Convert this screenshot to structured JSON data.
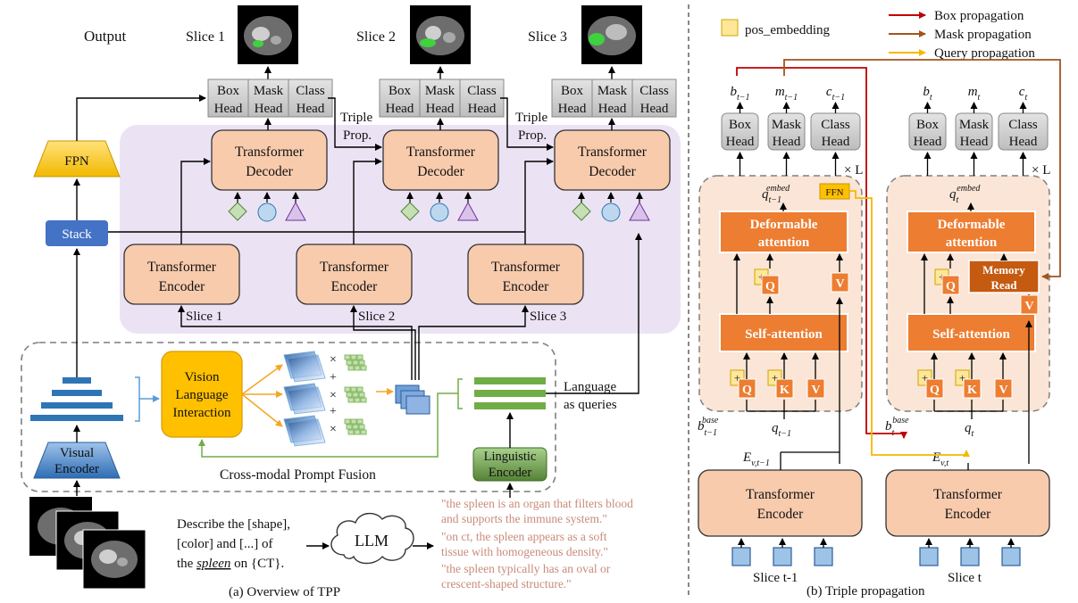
{
  "left_panel": {
    "output_label": "Output",
    "slice_titles": [
      "Slice 1",
      "Slice 2",
      "Slice 3"
    ],
    "head_labels": [
      [
        "Box",
        "Head"
      ],
      [
        "Mask",
        "Head"
      ],
      [
        "Class",
        "Head"
      ]
    ],
    "triple_prop": [
      "Triple",
      "Prop."
    ],
    "decoder_label": [
      "Transformer",
      "Decoder"
    ],
    "encoder_label": [
      "Transformer",
      "Encoder"
    ],
    "fpn_label": "FPN",
    "stack_label": "Stack",
    "vli_label": [
      "Vision",
      "Language",
      "Interaction"
    ],
    "visual_encoder_label": [
      "Visual",
      "Encoder"
    ],
    "linguistic_encoder_label": [
      "Linguistic",
      "Encoder"
    ],
    "fusion_label": "Cross-modal Prompt Fusion",
    "language_queries": [
      "Language",
      "as queries"
    ],
    "ops": [
      "×",
      "+",
      "×",
      "+",
      "×"
    ],
    "prompt_lines": [
      "Describe the [shape],",
      "[color] and [...] of",
      "the",
      "spleen",
      "on {CT}."
    ],
    "llm_label": "LLM",
    "quotes": [
      "\"the spleen is an organ that filters blood",
      "and supports the immune system.\"",
      "\"on ct, the spleen appears as a soft",
      "tissue with homogeneous density.\"",
      "\"the spleen typically has an oval or",
      "crescent-shaped structure.\""
    ],
    "caption": "(a) Overview of TPP"
  },
  "right_panel": {
    "legend": {
      "pos_embedding": "pos_embedding",
      "box": "Box propagation",
      "mask": "Mask propagation",
      "query": "Query propagation"
    },
    "colors": {
      "box": "#c00000",
      "mask": "#a0561e",
      "query": "#f5b800",
      "orange_block": "#ed7d31",
      "peach": "#f8cbad",
      "gray_head": "#d0d0d0",
      "blue": "#9dc3e6"
    },
    "left_out": [
      "b",
      "t−1",
      "m",
      "t−1",
      "c",
      "t−1"
    ],
    "right_out": [
      "b",
      "t",
      "m",
      "t",
      "c",
      "t"
    ],
    "heads": [
      [
        "Box",
        "Head"
      ],
      [
        "Mask",
        "Head"
      ],
      [
        "Class",
        "Head"
      ]
    ],
    "times_l": "× L",
    "q_embed_left": [
      "q",
      "t−1",
      "embed"
    ],
    "q_embed_right": [
      "q",
      "t",
      "embed"
    ],
    "ffn": "FFN",
    "deform_label": [
      "Deformable",
      "attention"
    ],
    "memory_read": [
      "Memory",
      "Read"
    ],
    "self_attn_label": "Self-attention",
    "q": "Q",
    "k": "K",
    "v": "V",
    "plus": "+",
    "b_base_left": [
      "b",
      "t−1",
      "base"
    ],
    "b_base_right": [
      "b",
      "t",
      "base"
    ],
    "q_small_left": [
      "q",
      "t−1"
    ],
    "q_small_right": [
      "q",
      "t"
    ],
    "e_left": [
      "E",
      "v,t−1"
    ],
    "e_right": [
      "E",
      "v,t"
    ],
    "encoder_label": [
      "Transformer",
      "Encoder"
    ],
    "slice_left": "Slice t-1",
    "slice_right": "Slice t",
    "caption": "(b) Triple propagation"
  }
}
